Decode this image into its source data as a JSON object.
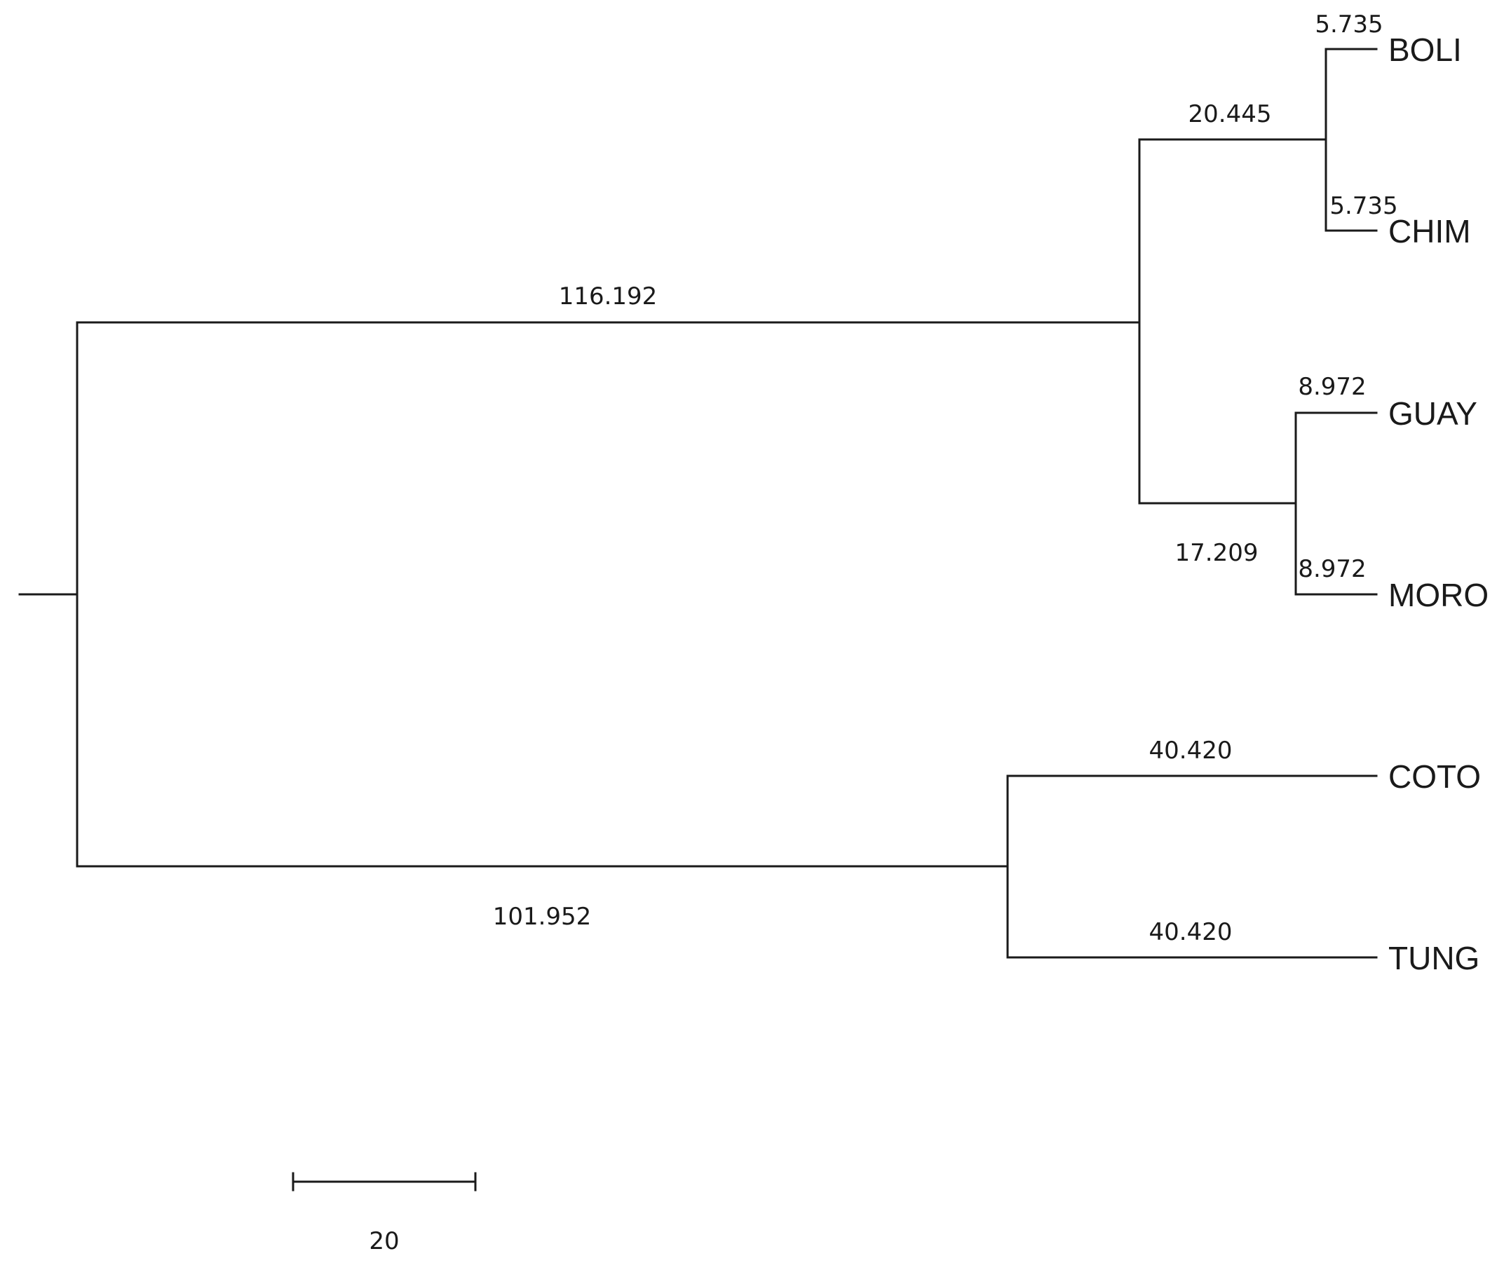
{
  "tree": {
    "leaves": [
      "BOLI",
      "CHIM",
      "GUAY",
      "MORO",
      "COTO",
      "TUNG"
    ],
    "branch_lengths": {
      "root_to_upper_clade": "116.192",
      "root_to_lower_clade": "101.952",
      "upper_to_boli_chim": "20.445",
      "upper_to_guay_moro": "17.209",
      "boli": "5.735",
      "chim": "5.735",
      "guay": "8.972",
      "moro": "8.972",
      "coto": "40.420",
      "tung": "40.420"
    },
    "scale_bar": {
      "label": "20",
      "length": 20
    }
  }
}
